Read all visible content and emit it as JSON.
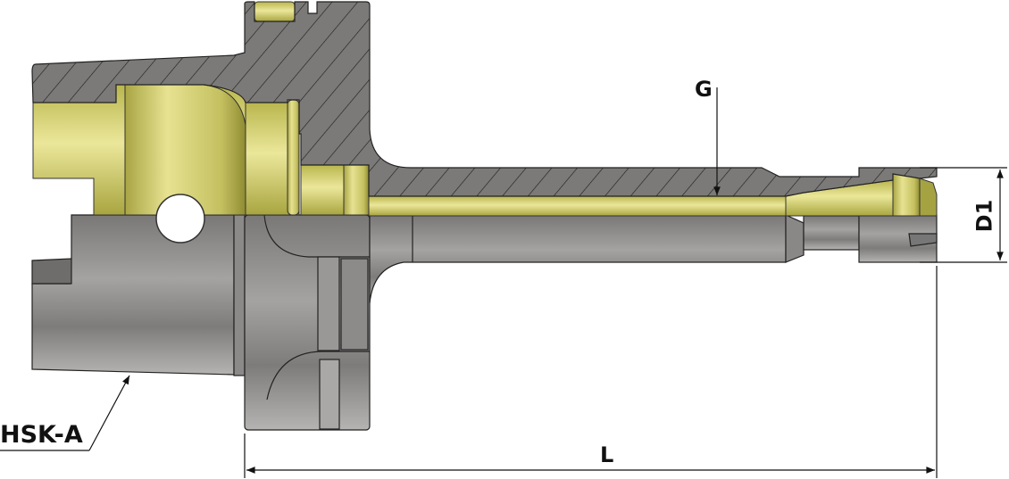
{
  "drawing": {
    "labels": {
      "hsk": "HSK-A",
      "g": "G",
      "d1": "D1",
      "l": "L"
    },
    "colors": {
      "section": "#7b7a78",
      "brass": "#c9c56a",
      "steel": "#8f8d8b",
      "line": "#111111"
    }
  }
}
